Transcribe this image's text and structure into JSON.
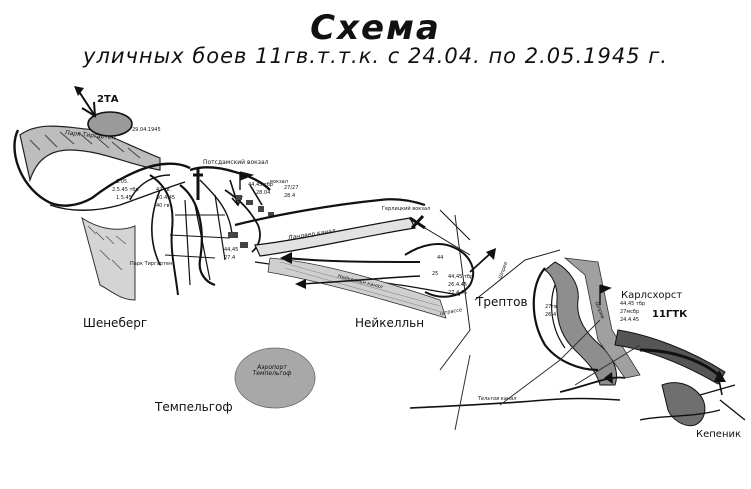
{
  "title": {
    "main": "Схема",
    "sub": "уличных боев 11гв.т.т.к. с 24.04. по 2.05.1945 г."
  },
  "places": {
    "schoeneberg": "Шенеберг",
    "neukoelln": "Нейкелльн",
    "tempelhof": "Темпельгоф",
    "treptow": "Трептов",
    "karlshorst": "Карлсхорст",
    "koepenick": "Кепеник",
    "airport": "Аэропорт Темпельгоф",
    "potsdam_station": "Потсдамский вокзал",
    "goerlitz_station": "Герлицкий вокзал",
    "landwehr_canal": "Ландвер канал",
    "tiergarten": "Парк Тиргартен",
    "park_small": "Парк Тиргартен",
    "station_small": "вокзал",
    "teltow_canal": "Тельтов канал",
    "spree_left": "Шпрее",
    "spree_right": "Шпрее",
    "neukoelln_canal": "Нейкелльн канал",
    "kehr_street": "штрассе"
  },
  "units": {
    "ta2": "2ТА",
    "gtk11": "11ГТК"
  },
  "annotations": {
    "d_tiergarten": "29.04.1945",
    "d_west1": "2.05.",
    "d_west2": "2.5.45 тбр",
    "d_west3": "1.5.45",
    "d_central1": "42 гв.",
    "d_central2": "30.4.45",
    "d_central3": "40 гв.",
    "d_potsdam1": "44,45 тбр",
    "d_potsdam2": "28.04",
    "d_e1": "27/27",
    "d_e2": "28.4",
    "d_park1": "44,45",
    "d_park2": "27.4",
    "d_treptow1": "44,45 тбр",
    "d_treptow2": "26.4.45",
    "d_treptow3": "27.4.45",
    "d_treptow4": "25",
    "d_treptow5": "44",
    "d_river1": "27гв.",
    "d_river2": "26.4",
    "d_kar1": "44,45 тбр",
    "d_kar2": "27мсбр",
    "d_kar3": "24.4.45"
  },
  "colors": {
    "ink": "#111111",
    "river": "#8e8e8e",
    "water_dark": "#6f6f6f",
    "airport": "#a8a8a8",
    "ta_oval": "#9a9a9a"
  }
}
